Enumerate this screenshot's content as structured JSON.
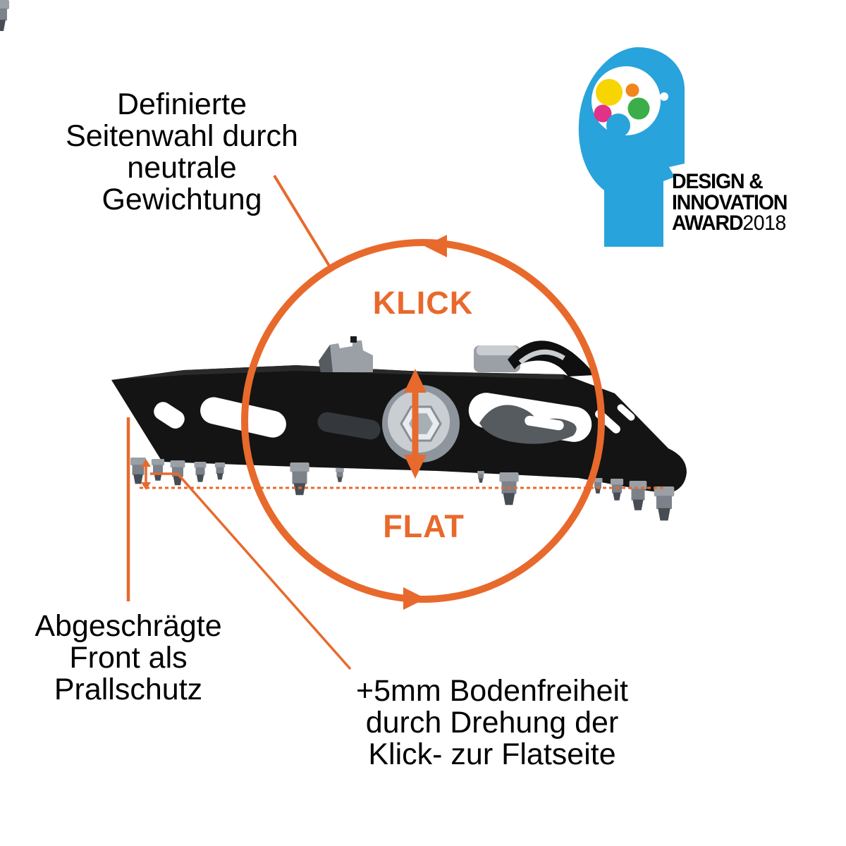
{
  "colors": {
    "accent": "#E8692C",
    "text": "#000000",
    "pedal_black": "#141414",
    "metal_gray": "#9AA0A6",
    "metal_light": "#C9CDD1",
    "metal_dark": "#565B60",
    "logo_blue": "#29A3DB",
    "logo_yellow": "#F6D500",
    "logo_orange": "#F0861C",
    "logo_green": "#3CAE49",
    "logo_magenta": "#E23189"
  },
  "labels": {
    "weighting": {
      "lines": [
        "Definierte",
        "Seitenwahl durch",
        "neutrale",
        "Gewichtung"
      ]
    },
    "front": {
      "lines": [
        "Abgeschrägte",
        "Front als",
        "Prallschutz"
      ]
    },
    "clearance": {
      "lines": [
        "+5mm Bodenfreiheit",
        "durch Drehung der",
        "Klick- zur Flatseite"
      ]
    }
  },
  "rotation": {
    "top_label": "KLICK",
    "bottom_label": "FLAT"
  },
  "award": {
    "line1": "DESIGN &",
    "line2": "INNOVATION",
    "line3_bold": "AWARD",
    "line3_year": "2018"
  }
}
